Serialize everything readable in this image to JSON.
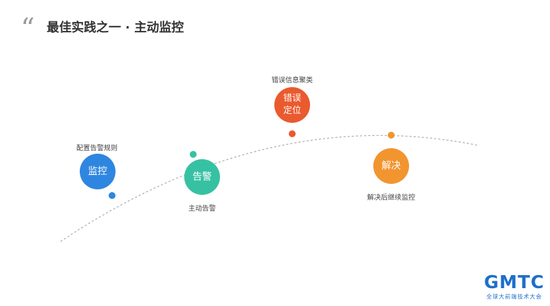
{
  "slide": {
    "title": "最佳实践之一 · 主动监控"
  },
  "colors": {
    "blue": "#2f86e0",
    "green": "#37c1a3",
    "red": "#ea5a2e",
    "orange": "#f2952f",
    "curve": "#aaaaaa"
  },
  "steps": [
    {
      "id": "monitor",
      "circle_label": "监控",
      "caption": "配置告警规则",
      "color": "#2f86e0"
    },
    {
      "id": "alert",
      "circle_label": "告警",
      "caption": "主动告警",
      "color": "#37c1a3"
    },
    {
      "id": "locate",
      "circle_label": "错误\n定位",
      "caption": "错误信息聚类",
      "color": "#ea5a2e"
    },
    {
      "id": "resolve",
      "circle_label": "解决",
      "caption": "解决后继续监控",
      "color": "#f2952f"
    }
  ],
  "logo": {
    "mark": "GMTC",
    "subtitle": "全球大前端技术大会"
  }
}
